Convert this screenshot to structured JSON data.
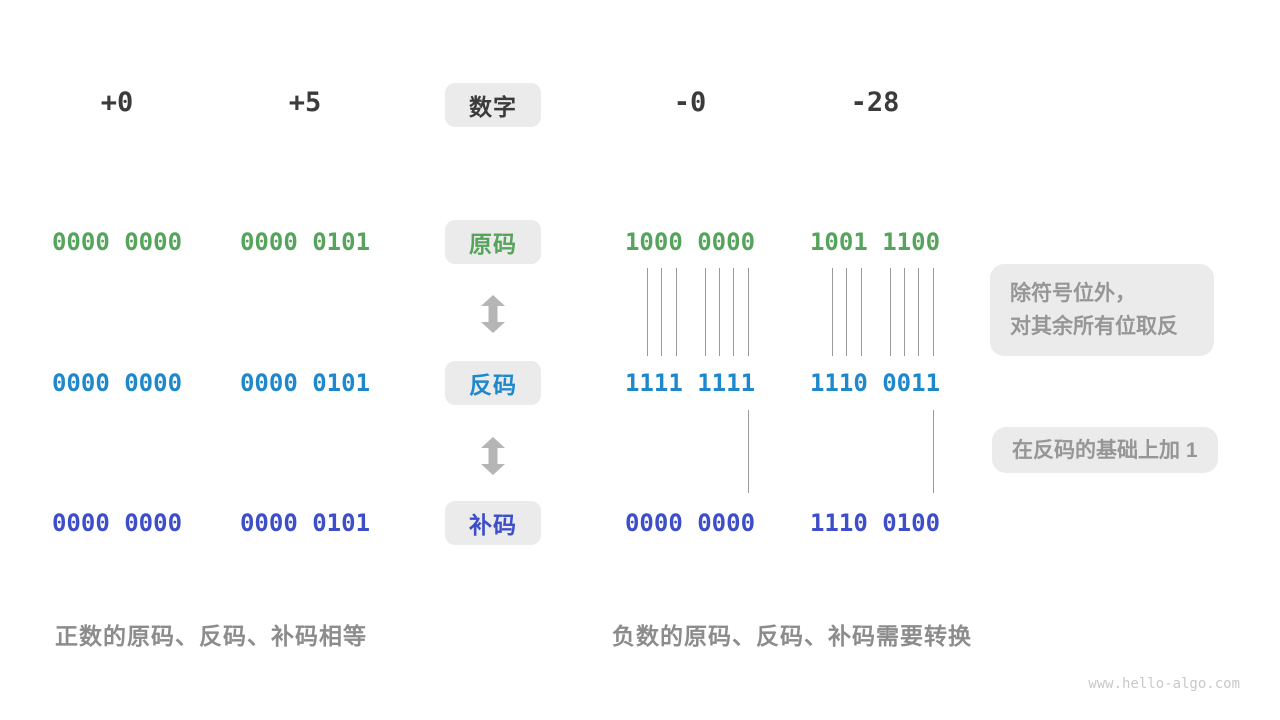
{
  "header": {
    "columns": [
      {
        "label": "+0"
      },
      {
        "label": "+5"
      },
      {
        "label": "-0"
      },
      {
        "label": "-28"
      }
    ],
    "badge": "数字"
  },
  "rows": [
    {
      "badge": "原码",
      "color": "#56a45c",
      "values": [
        "0000 0000",
        "0000 0101",
        "1000 0000",
        "1001 1100"
      ]
    },
    {
      "badge": "反码",
      "color": "#1e88cb",
      "values": [
        "0000 0000",
        "0000 0101",
        "1111 1111",
        "1110 0011"
      ]
    },
    {
      "badge": "补码",
      "color": "#3d4ec8",
      "values": [
        "0000 0000",
        "0000 0101",
        "0000 0000",
        "1110 0100"
      ]
    }
  ],
  "annotations": {
    "invert_line1": "除符号位外，",
    "invert_line2": "对其余所有位取反",
    "add_one": "在反码的基础上加 1"
  },
  "captions": {
    "positive": "正数的原码、反码、补码相等",
    "negative": "负数的原码、反码、补码需要转换"
  },
  "watermark": "www.hello-algo.com",
  "colors": {
    "sign_magnitude": "#56a45c",
    "ones_complement": "#1e88cb",
    "twos_complement": "#3d4ec8",
    "badge_bg": "#ebebeb",
    "annotation_text": "#969696",
    "caption_text": "#8c8c8c",
    "header_text": "#3b3b3b",
    "arrow": "#b5b5b5"
  }
}
